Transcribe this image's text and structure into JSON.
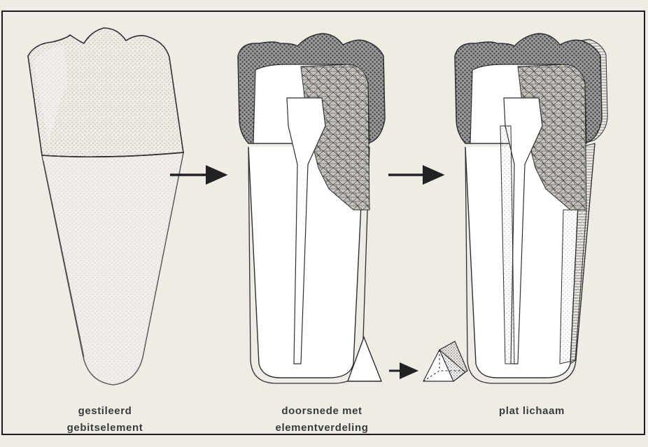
{
  "colors": {
    "background": "#efece6",
    "line": "#2f2f2f",
    "stipple": "#555555",
    "caption": "#3a3a3a"
  },
  "stages": [
    {
      "id": "stylized-tooth",
      "caption_lines": [
        "gestileerd",
        "gebitselement"
      ]
    },
    {
      "id": "section-with-mesh",
      "caption_lines": [
        "doorsnede met",
        "elementverdeling"
      ]
    },
    {
      "id": "flat-body",
      "caption_lines": [
        "plat lichaam"
      ]
    }
  ],
  "icons": [
    "right-arrow-icon",
    "triangle-element-icon",
    "prism-element-icon"
  ]
}
